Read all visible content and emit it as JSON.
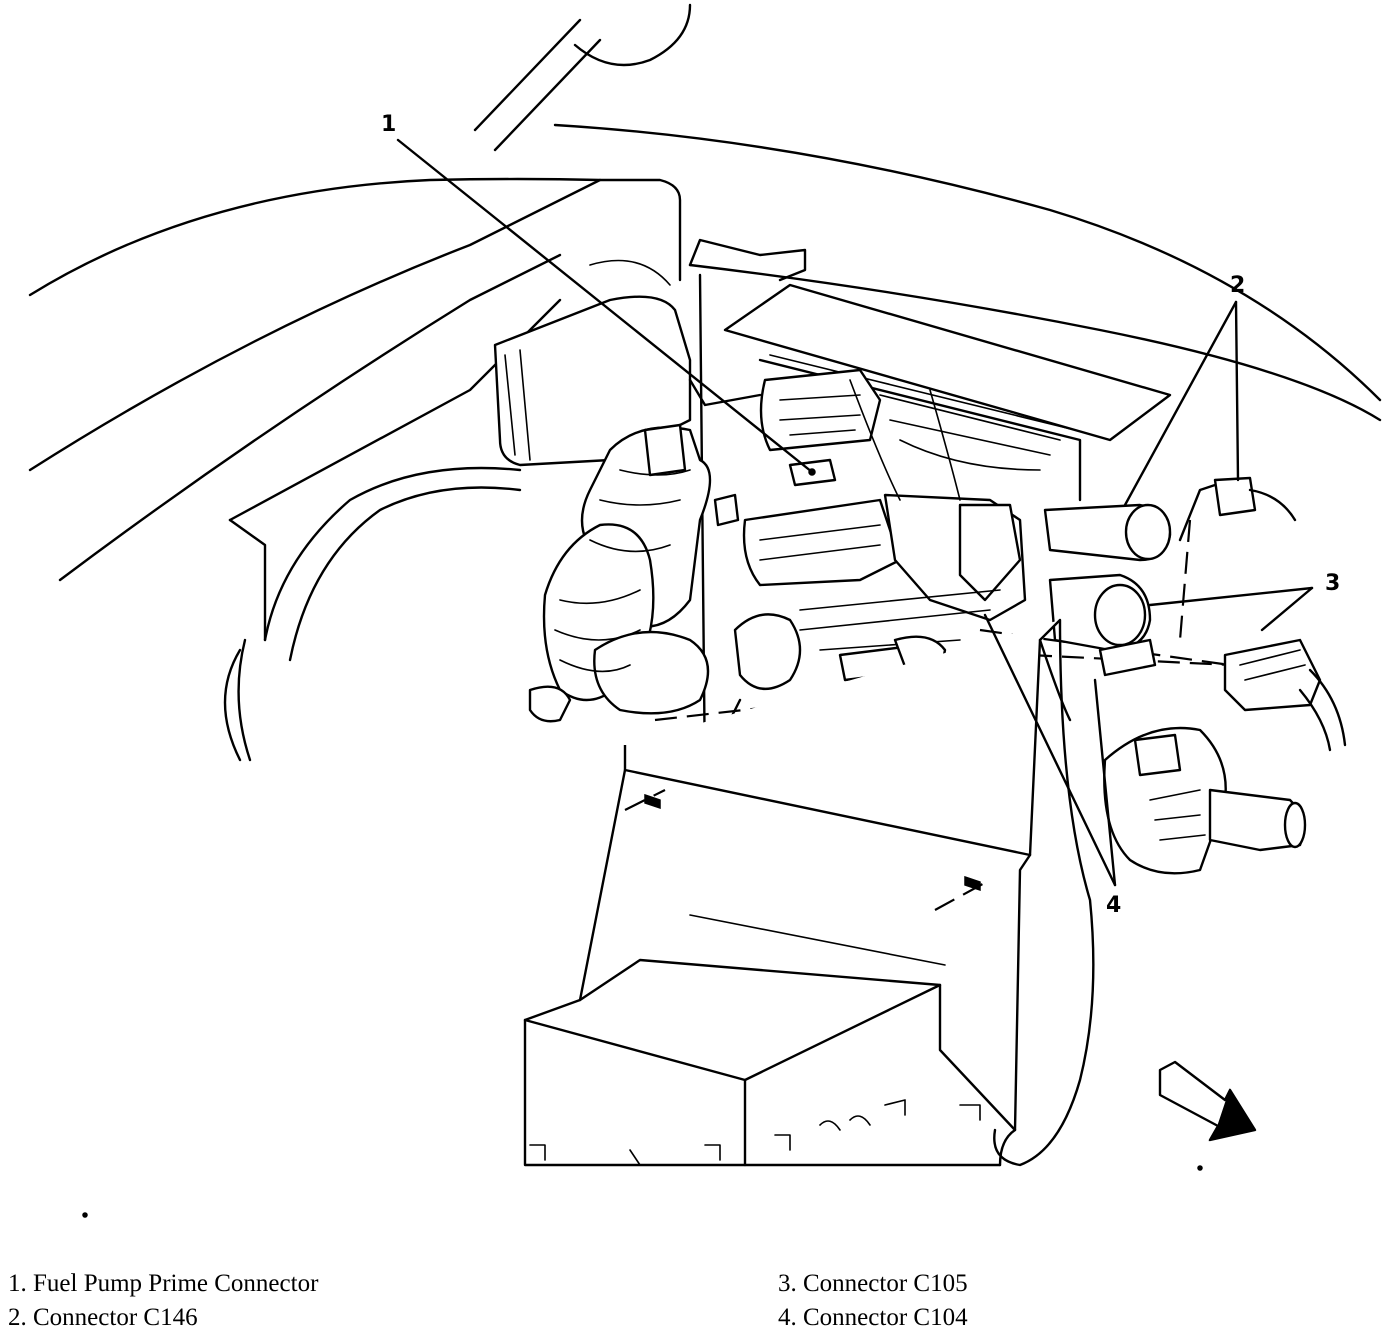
{
  "callouts": [
    {
      "num": "1"
    },
    {
      "num": "2"
    },
    {
      "num": "3"
    },
    {
      "num": "4"
    }
  ],
  "legend": [
    "1. Fuel Pump Prime Connector",
    "2. Connector C146",
    "3. Connector C105",
    "4. Connector C104"
  ]
}
